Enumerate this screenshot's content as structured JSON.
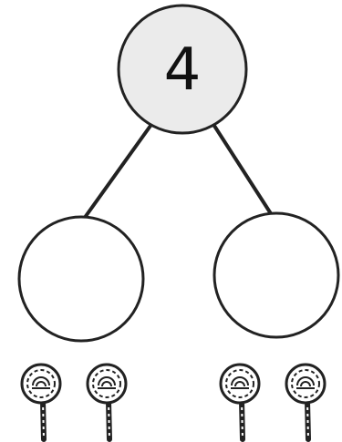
{
  "whole": {
    "value": "4",
    "fill": "#ebebeb"
  },
  "parts": [
    {
      "value": "",
      "fill": "#ffffff"
    },
    {
      "value": "",
      "fill": "#ffffff"
    }
  ],
  "counters": {
    "icon": "lollipop-icon",
    "count": 4,
    "groups": [
      2,
      2
    ]
  },
  "colors": {
    "stroke": "#222222",
    "background": "#ffffff"
  }
}
